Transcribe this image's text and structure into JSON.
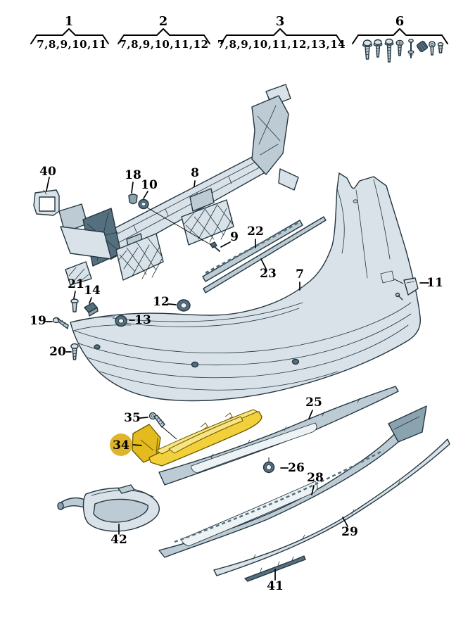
{
  "colors": {
    "ink": "#243640",
    "fill-light": "#d8e2e8",
    "fill-mid": "#bccbd4",
    "fill-dark": "#8ba3af",
    "fill-deep": "#54707e",
    "opening": "#edf2f5",
    "highlight": "#f1d03c",
    "highlight-deep": "#e3bb1e",
    "highlight-pale": "#f8e482",
    "highlight-ink": "#6e5800",
    "badge": "#e0b42a"
  },
  "legend": {
    "groups": [
      {
        "label": "1",
        "contains": "7,8,9,10,11"
      },
      {
        "label": "2",
        "contains": "7,8,9,10,11,12"
      },
      {
        "label": "3",
        "contains": "7,8,9,10,11,12,13,14"
      },
      {
        "label": "6",
        "contains": ""
      }
    ]
  },
  "parts": {
    "7": "7",
    "8": "8",
    "9": "9",
    "10": "10",
    "11": "11",
    "12": "12",
    "13": "13",
    "14": "14",
    "18": "18",
    "19": "19",
    "20": "20",
    "21": "21",
    "22": "22",
    "23": "23",
    "25": "25",
    "26": "26",
    "28": "28",
    "29": "29",
    "34": "34",
    "35": "35",
    "40": "40",
    "41": "41",
    "42": "42"
  },
  "highlighted_part": "34"
}
